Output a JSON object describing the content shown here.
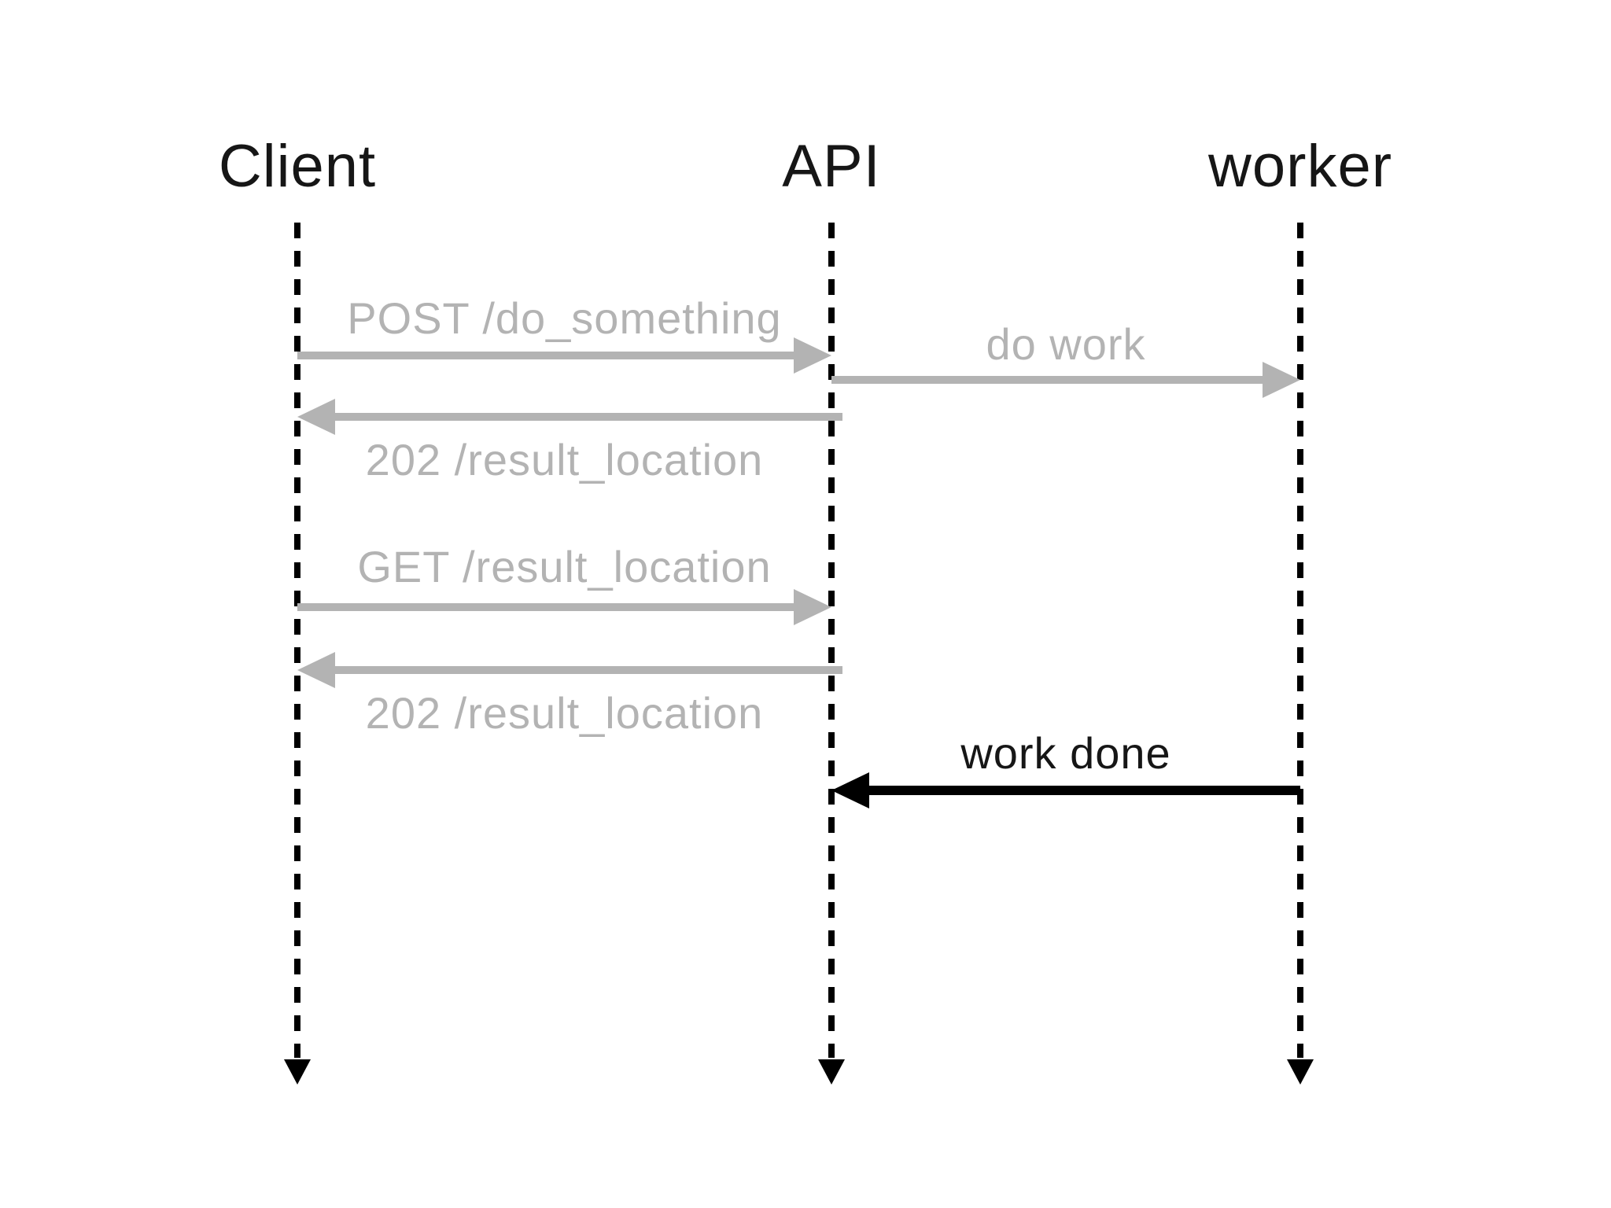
{
  "diagram": {
    "kind": "sequence-diagram",
    "background": "#ffffff",
    "colors": {
      "inactive": "#b3b3b3",
      "active": "#000000",
      "label": "#161616"
    },
    "participants": [
      {
        "id": "client",
        "label": "Client"
      },
      {
        "id": "api",
        "label": "API"
      },
      {
        "id": "worker",
        "label": "worker"
      }
    ],
    "messages": [
      {
        "label": "POST /do_something",
        "from": "client",
        "to": "api",
        "state": "inactive",
        "label_position": "above"
      },
      {
        "label": "do work",
        "from": "api",
        "to": "worker",
        "state": "inactive",
        "label_position": "above"
      },
      {
        "label": "202 /result_location",
        "from": "api",
        "to": "client",
        "state": "inactive",
        "label_position": "below"
      },
      {
        "label": "GET /result_location",
        "from": "client",
        "to": "api",
        "state": "inactive",
        "label_position": "above"
      },
      {
        "label": "202 /result_location",
        "from": "api",
        "to": "client",
        "state": "inactive",
        "label_position": "below"
      },
      {
        "label": "work done",
        "from": "worker",
        "to": "api",
        "state": "active",
        "label_position": "above"
      }
    ]
  }
}
